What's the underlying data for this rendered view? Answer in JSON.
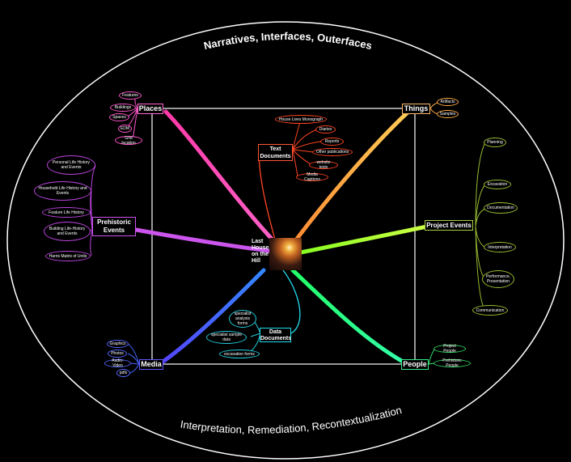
{
  "title_top": "Narratives, Interfaces, Outerfaces",
  "title_bottom": "Interpretation, Remediation, Recontextualization",
  "center": {
    "label": "Last House on the Hill"
  },
  "main_nodes": {
    "places": "Places",
    "things": "Things",
    "media": "Media",
    "people": "People",
    "text_documents": "Text Documents",
    "data_documents": "Data Documents",
    "prehistoric_events": "Prehistoric Events",
    "project_events": "Project Events"
  },
  "places_items": [
    "Features",
    "Buildings",
    "Spaces",
    "EDM",
    "Grid location"
  ],
  "things_items": [
    "Artifacts",
    "Samples"
  ],
  "media_items": [
    "Graphics",
    "Photos",
    "Audio-Video",
    "pdfs"
  ],
  "people_items": [
    "Project People",
    "Prehistoric People"
  ],
  "text_items": [
    "House Lives Monograph",
    "Diaries",
    "Reports",
    "Other publications",
    "website texts",
    "Media Captions"
  ],
  "data_items": [
    "specialist analysis forms",
    "specialist sample data",
    "excavation forms"
  ],
  "prehistoric_items": [
    "Personal Life History and Events",
    "Household Life History and Events",
    "Feature Life History",
    "Building Life-History and Events",
    "Harris Matrix of Units"
  ],
  "project_items": [
    "Planning",
    "Excavation",
    "Documentation",
    "Interpretation",
    "Performance, Presentation",
    "Communication"
  ]
}
